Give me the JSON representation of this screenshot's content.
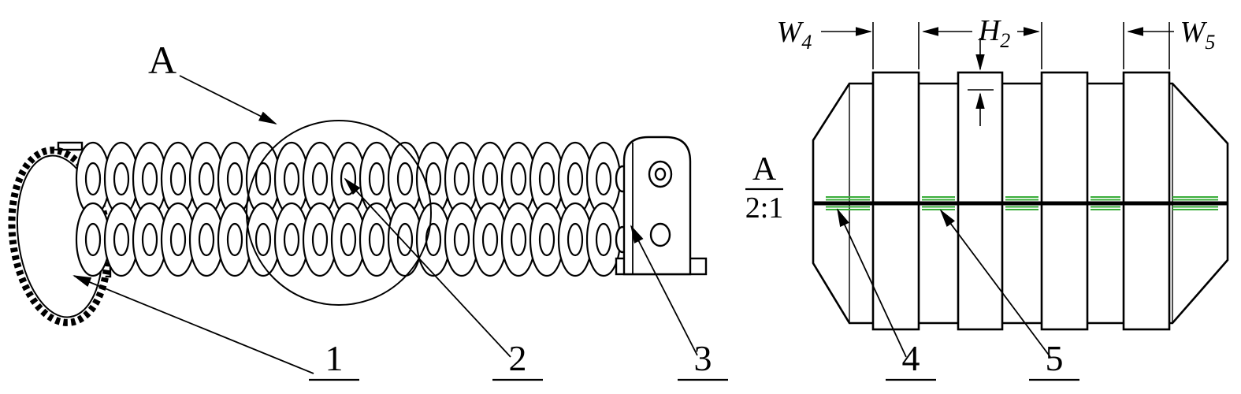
{
  "figure": {
    "type": "technical-drawing",
    "views": {
      "assembly": {
        "detail_marker": "A",
        "part_labels": [
          "1",
          "2",
          "3"
        ]
      },
      "detail": {
        "title": "A",
        "scale": "2:1",
        "part_labels": [
          "4",
          "5"
        ],
        "dimensions": {
          "w4": {
            "base": "W",
            "sub": "4"
          },
          "h2": {
            "base": "H",
            "sub": "2"
          },
          "w5": {
            "base": "W",
            "sub": "5"
          }
        }
      }
    },
    "colors": {
      "ink": "#000000",
      "highlight_green": "#3aad3a"
    }
  }
}
